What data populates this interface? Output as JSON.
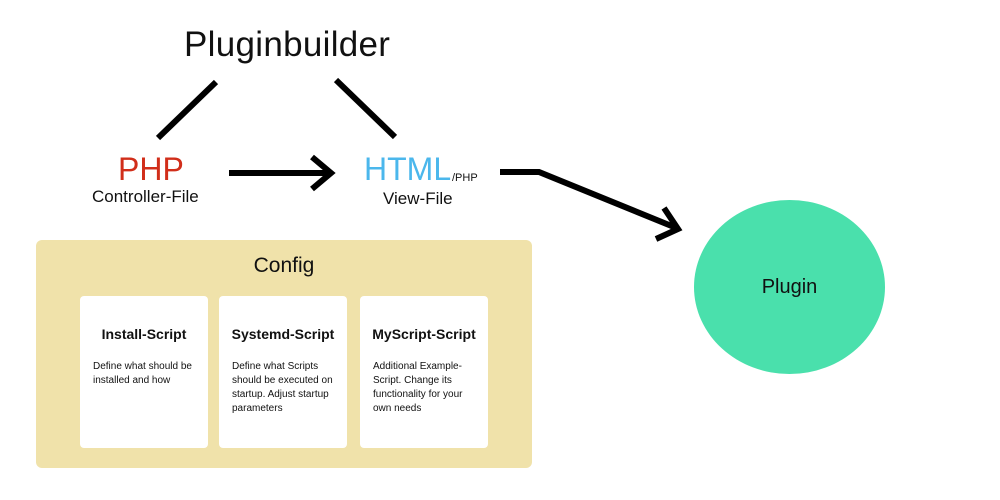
{
  "title": "Pluginbuilder",
  "php": {
    "label": "PHP",
    "caption": "Controller-File",
    "color": "#d12e1a"
  },
  "html": {
    "label": "HTML",
    "sub": "/PHP",
    "caption": "View-File",
    "color": "#4bb7ec"
  },
  "config": {
    "title": "Config",
    "background": "#f0e2aa",
    "cards": [
      {
        "title": "Install-Script",
        "description": "Define what should be installed and how"
      },
      {
        "title": "Systemd-Script",
        "description": "Define what Scripts should be executed on startup. Adjust startup parameters"
      },
      {
        "title": "MyScript-Script",
        "description": "Additional Example-Script. Change its functionality for your own needs"
      }
    ]
  },
  "plugin": {
    "label": "Plugin",
    "color": "#4ae0ac"
  }
}
